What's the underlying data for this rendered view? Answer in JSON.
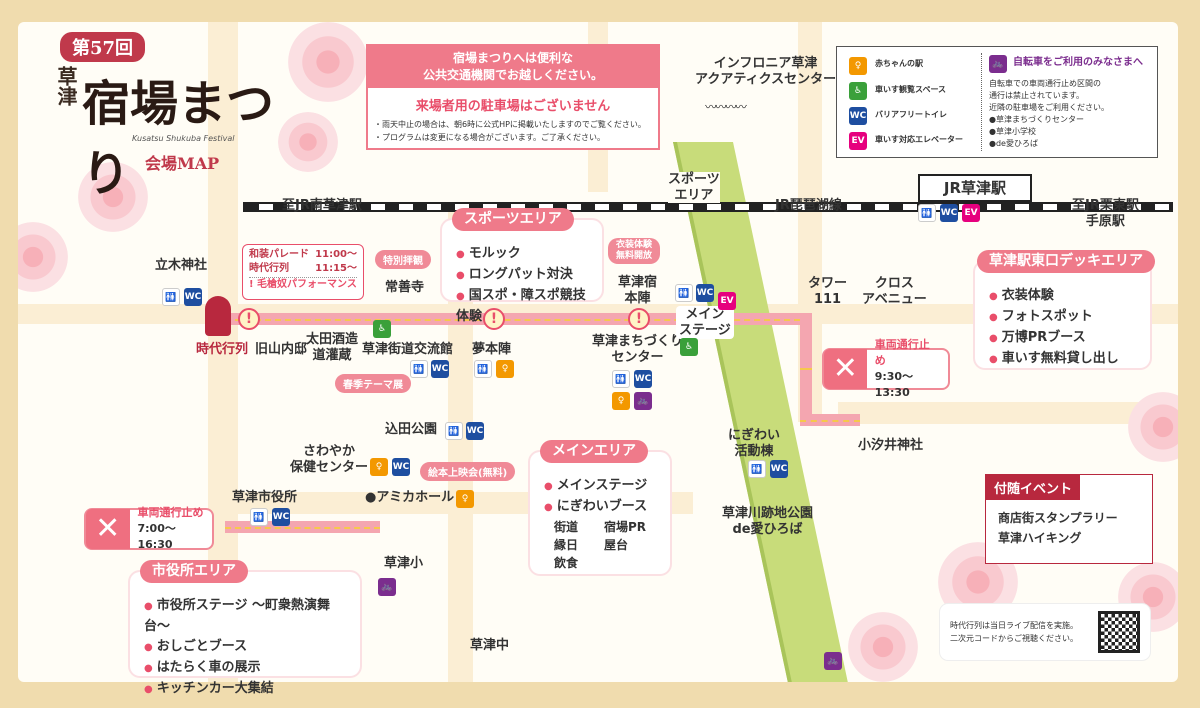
{
  "title": {
    "edition": "第57回",
    "place": "草津",
    "name": "宿場まつり",
    "romaji": "Kusatsu Shukuba Festival",
    "sub": "会場MAP"
  },
  "notice": {
    "head1": "宿場まつりへは便利な",
    "head2": "公共交通機関でお越しください。",
    "parking": "来場者用の駐車場はございません",
    "note1": "・雨天中止の場合は、朝6時に公式HPに掲載いたしますのでご覧ください。",
    "note2": "・プログラムは変更になる場合がございます。ご了承ください。"
  },
  "legend": {
    "items": [
      "赤ちゃんの駅",
      "車いす観覧スペース",
      "バリアフリートイレ",
      "車いす対応エレベーター"
    ],
    "bike_title": "自転車をご利用のみなさまへ",
    "bike_text1": "自転車での車両通行止め区間の",
    "bike_text2": "通行は禁止されています。",
    "bike_text3": "近隣の駐車場をご利用ください。",
    "bike_list": [
      "●草津まちづくりセンター",
      "●草津小学校",
      "●de愛ひろば"
    ]
  },
  "places": {
    "aquatics": "インフロニア草津\nアクアティクスセンター",
    "jr_station": "JR草津駅",
    "to_minami": "至JR南草津駅",
    "biwako_line": "JR琵琶湖線",
    "to_kurita": "至JR栗東駅\n手原駅",
    "sports_area_top": "スポーツ\nエリア",
    "tatsuki": "立木神社",
    "joze": "常善寺",
    "kyu_yamauchi": "旧山内邸",
    "ota": "太田酒造\n道灌蔵",
    "kaido": "草津街道交流館",
    "yume": "夢本陣",
    "honjin": "草津宿\n本陣",
    "machizukuri": "草津まちづくり\nセンター",
    "main_stage": "メイン\nステージ",
    "tower": "タワー\n111",
    "cross": "クロス\nアベニュー",
    "komeda": "込田公園",
    "sawayaka": "さわやか\n保健センター",
    "amika": "●アミカホール",
    "shiyakusho": "草津市役所",
    "nigiwai": "にぎわい\n活動棟",
    "kawa_park": "草津川跡地公園\nde愛ひろば",
    "koshioi": "小汐井神社",
    "kusatsu_sho": "草津小",
    "kusatsu_chu": "草津中",
    "jidai": "時代行列"
  },
  "parade": {
    "line1_label": "和装パレード",
    "line1_time": "11:00〜",
    "line2_label": "時代行列",
    "line2_time": "11:15〜",
    "performance": "毛槍奴パフォーマンス"
  },
  "tags": {
    "tokubetsu": "特別拝観",
    "shunki": "春季テーマ展",
    "ishou": "衣装体験\n無料開放",
    "ehon": "絵本上映会(無料)"
  },
  "areas": {
    "sports": {
      "title": "スポーツエリア",
      "items": [
        "モルック",
        "ロングパット対決",
        "国スポ・障スポ競技体験"
      ]
    },
    "east": {
      "title": "草津駅東口デッキエリア",
      "items": [
        "衣装体験",
        "フォトスポット",
        "万博PRブース",
        "車いす無料貸し出し"
      ]
    },
    "main": {
      "title": "メインエリア",
      "items": [
        "メインステージ",
        "にぎわいブース"
      ],
      "sub": [
        "街道",
        "宿場PR",
        "縁日",
        "屋台",
        "飲食"
      ]
    },
    "city": {
      "title": "市役所エリア",
      "items": [
        "市役所ステージ 〜町衆熱演舞台〜",
        "おしごとブース",
        "はたらく車の展示",
        "キッチンカー大集結"
      ]
    },
    "side": {
      "title": "付随イベント",
      "items": [
        "商店街スタンプラリー",
        "草津ハイキング"
      ]
    }
  },
  "closures": {
    "east": {
      "label": "車両通行止め",
      "time": "9:30〜13:30"
    },
    "west": {
      "label": "車両通行止め",
      "time": "7:00〜16:30"
    }
  },
  "live": {
    "line1": "時代行列は当日ライブ配信を実施。",
    "line2": "二次元コードからご視聴ください。"
  },
  "colors": {
    "pink": "#ef7a8a",
    "route": "#f4a6b0",
    "park": "#c8dc7a",
    "frame": "#f0dcae"
  }
}
